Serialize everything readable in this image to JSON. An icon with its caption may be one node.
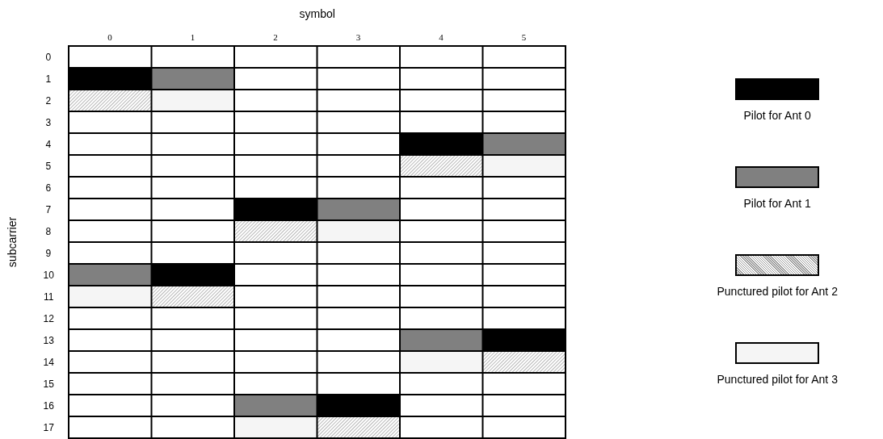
{
  "diagram": {
    "labels": [
      "symbol",
      "0",
      "1",
      "2",
      "3",
      "4",
      "5",
      "0",
      "1",
      "2",
      "3",
      "4",
      "5",
      "6",
      "7",
      "8",
      "9",
      "10",
      "11",
      "12",
      "13",
      "14",
      "15",
      "16",
      "17",
      "subcarrier"
    ],
    "legend": [
      {
        "text": "Pilot for Ant 0",
        "color": "#000000"
      },
      {
        "text": "Pilot for Ant 1",
        "color": "#808080"
      },
      {
        "text": "Punctured pilot for Ant 2"
      },
      {
        "text": "Punctured pilot for Ant 3",
        "color": "#f5f5f5"
      }
    ]
  }
}
